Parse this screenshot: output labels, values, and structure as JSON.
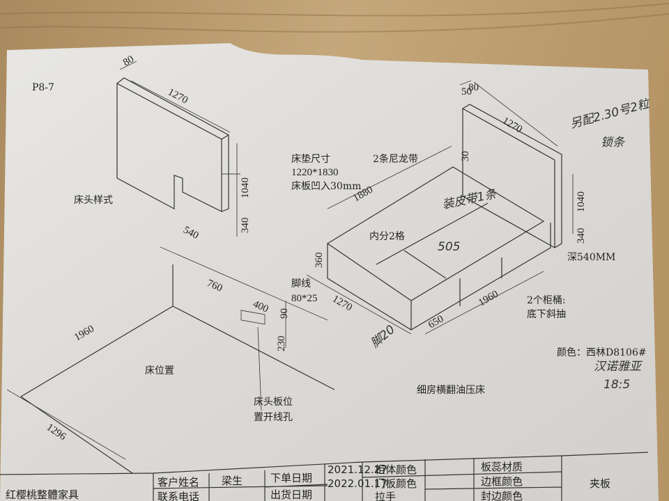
{
  "drawing": {
    "code": "P8-7",
    "headboard": {
      "thickness": "80",
      "width": "1270",
      "height": "1040",
      "notch": "340",
      "label": "床头样式",
      "notch_width": "540"
    },
    "floor": {
      "d760": "760",
      "d400": "400",
      "d90": "90",
      "d230": "230",
      "length": "1960",
      "label": "床位置",
      "width": "1296",
      "hole_label_1": "床头板位",
      "hole_label_2": "置开线孔"
    },
    "mattress": {
      "line1": "床垫尺寸",
      "line2": "1220*1830",
      "line3": "床板凹入30mm"
    },
    "bed": {
      "straps": "2条尼龙带",
      "length": "1880",
      "recess": "30",
      "top_50": "50",
      "top_80": "80",
      "head_width": "1270",
      "head_height": "1040",
      "head_low": "340",
      "depth": "深540MM",
      "compartments": "内分2格",
      "note_505": "505",
      "height_360": "360",
      "skirting_1": "脚线",
      "skirting_2": "80*25",
      "width": "1270",
      "d650": "650",
      "d1960": "1960",
      "drawers_1": "2个柜桶:",
      "drawers_2": "底下斜抽"
    },
    "handwritten": {
      "strap": "装皮带1条",
      "extra_1": "另配2.30号2粒",
      "extra_2": "锁条",
      "color_name": "汉诺雅亚",
      "num": "18:5",
      "foot": "脚20"
    },
    "color_label": "颜色：西林D8106#",
    "product_title": "细房横翻油压床"
  },
  "form": {
    "company": "红樱桃整體家具",
    "customer_label": "客户姓名",
    "customer_value": "梁生",
    "phone_label": "联系电话",
    "order_date_label": "下单日期",
    "order_date": "2021.12.27",
    "ship_date_label": "出货日期",
    "ship_date": "2022.01.17",
    "cabinet_color": "柜体颜色",
    "door_color": "门板颜色",
    "handle": "拉手",
    "core_material": "板蕊材质",
    "frame_color": "边框颜色",
    "edge_color": "封边颜色",
    "plywood": "夹板"
  },
  "colors": {
    "wood": "#b89a6e",
    "paper": "#e4e2df",
    "ink": "#222222"
  }
}
